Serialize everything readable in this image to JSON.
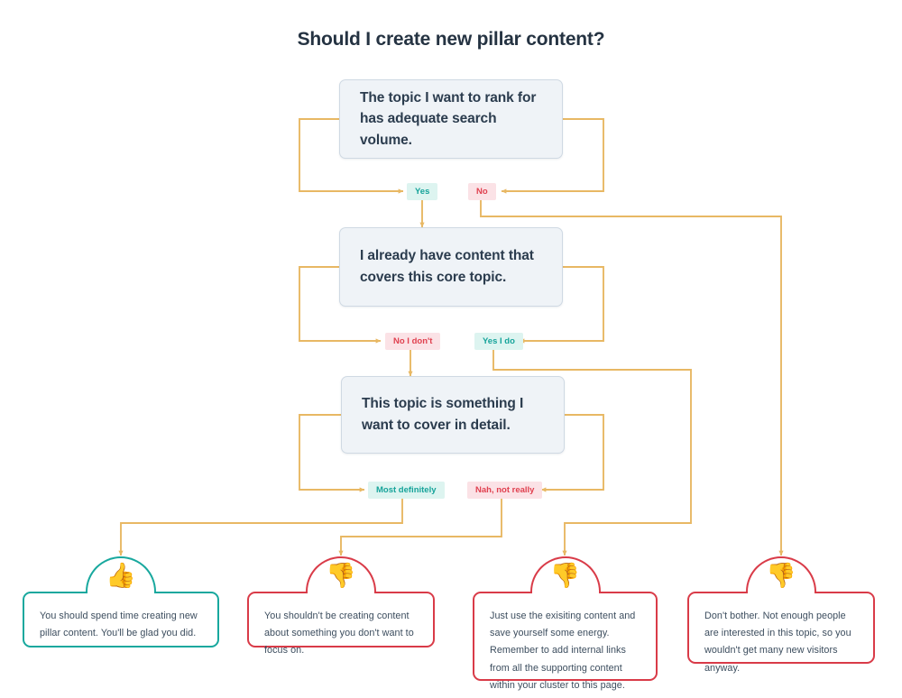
{
  "title": "Should I create new pillar content?",
  "colors": {
    "connector": "#e8b864",
    "question_fill": "#eff3f7",
    "question_border": "#cfd9e3",
    "positive": "#18a89e",
    "negative": "#d93b48",
    "yes_pill_bg": "#ddf4f0",
    "yes_pill_text": "#16a39a",
    "no_pill_bg": "#fbe2e6",
    "no_pill_text": "#e0404f",
    "title_text": "#253342"
  },
  "questions": [
    {
      "id": "q1",
      "text": "The topic I want to rank for has adequate search volume."
    },
    {
      "id": "q2",
      "text": "I already have content that covers this core topic."
    },
    {
      "id": "q3",
      "text": "This topic is something I want to cover in detail."
    }
  ],
  "labels": [
    {
      "id": "q1-yes",
      "text": "Yes",
      "kind": "yes"
    },
    {
      "id": "q1-no",
      "text": "No",
      "kind": "no"
    },
    {
      "id": "q2-no",
      "text": "No I don't",
      "kind": "no"
    },
    {
      "id": "q2-yes",
      "text": "Yes I do",
      "kind": "yes"
    },
    {
      "id": "q3-yes",
      "text": "Most definitely",
      "kind": "yes"
    },
    {
      "id": "q3-no",
      "text": "Nah, not really",
      "kind": "no"
    }
  ],
  "outcomes": [
    {
      "id": "o1",
      "tone": "good",
      "icon": "thumbs-up-icon",
      "glyph": "👍",
      "text": "You should spend time creating new pillar content. You'll be glad you did."
    },
    {
      "id": "o2",
      "tone": "bad",
      "icon": "thumbs-down-icon",
      "glyph": "👎",
      "text": "You shouldn't be creating content about something you don't want to focus on."
    },
    {
      "id": "o3",
      "tone": "bad",
      "icon": "thumbs-down-icon",
      "glyph": "👎",
      "text": "Just use the exisiting content and save yourself some energy. Remember to add internal links from all the supporting content  within your cluster to this page."
    },
    {
      "id": "o4",
      "tone": "bad",
      "icon": "thumbs-down-icon",
      "glyph": "👎",
      "text": "Don't bother. Not enough people are interested in this topic, so you wouldn't get many new visitors anyway."
    }
  ]
}
